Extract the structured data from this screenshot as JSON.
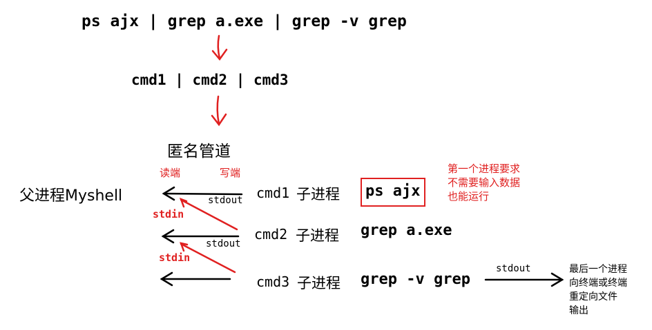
{
  "command_line": "ps ajx | grep a.exe | grep -v grep",
  "abstract_line": "cmd1 | cmd2 | cmd3",
  "pipe_label": "匿名管道",
  "read_end_label": "读端",
  "write_end_label": "写端",
  "parent_label": "父进程Myshell",
  "rows": [
    {
      "name": "cmd1",
      "kind": "子进程",
      "cmd": "ps ajx",
      "out": "stdout"
    },
    {
      "name": "cmd2",
      "kind": "子进程",
      "cmd": "grep a.exe",
      "out": "stdout",
      "in": "stdin"
    },
    {
      "name": "cmd3",
      "kind": "子进程",
      "cmd": "grep -v grep",
      "in": "stdin"
    }
  ],
  "note_first": [
    "第一个进程要求",
    "不需要输入数据",
    "也能运行"
  ],
  "final_stdout": "stdout",
  "note_last": [
    "最后一个进程",
    "向终端或终端",
    "重定向文件",
    "输出"
  ],
  "colors": {
    "accent": "#e02020",
    "text": "#000000"
  }
}
